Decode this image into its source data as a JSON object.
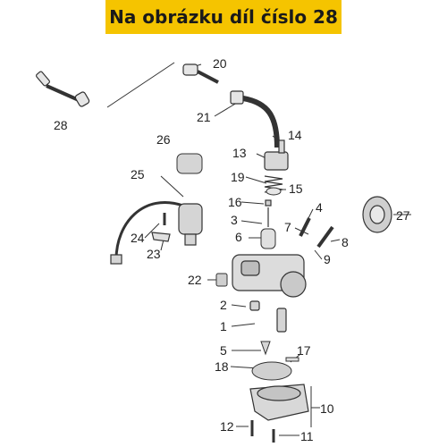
{
  "banner": {
    "text": "Na obrázku díl číslo 28",
    "color": "#f5c400"
  },
  "labels": {
    "p1": "1",
    "p2": "2",
    "p3": "3",
    "p4": "4",
    "p5": "5",
    "p6": "6",
    "p7": "7",
    "p8": "8",
    "p9": "9",
    "p10": "10",
    "p11": "11",
    "p12": "12",
    "p13": "13",
    "p14": "14",
    "p15": "15",
    "p16": "16",
    "p17": "17",
    "p18": "18",
    "p19": "19",
    "p20": "20",
    "p21": "21",
    "p22": "22",
    "p23": "23",
    "p24": "24",
    "p25": "25",
    "p26": "26",
    "p27": "27",
    "p28": "28"
  },
  "highlighted_part": "28"
}
